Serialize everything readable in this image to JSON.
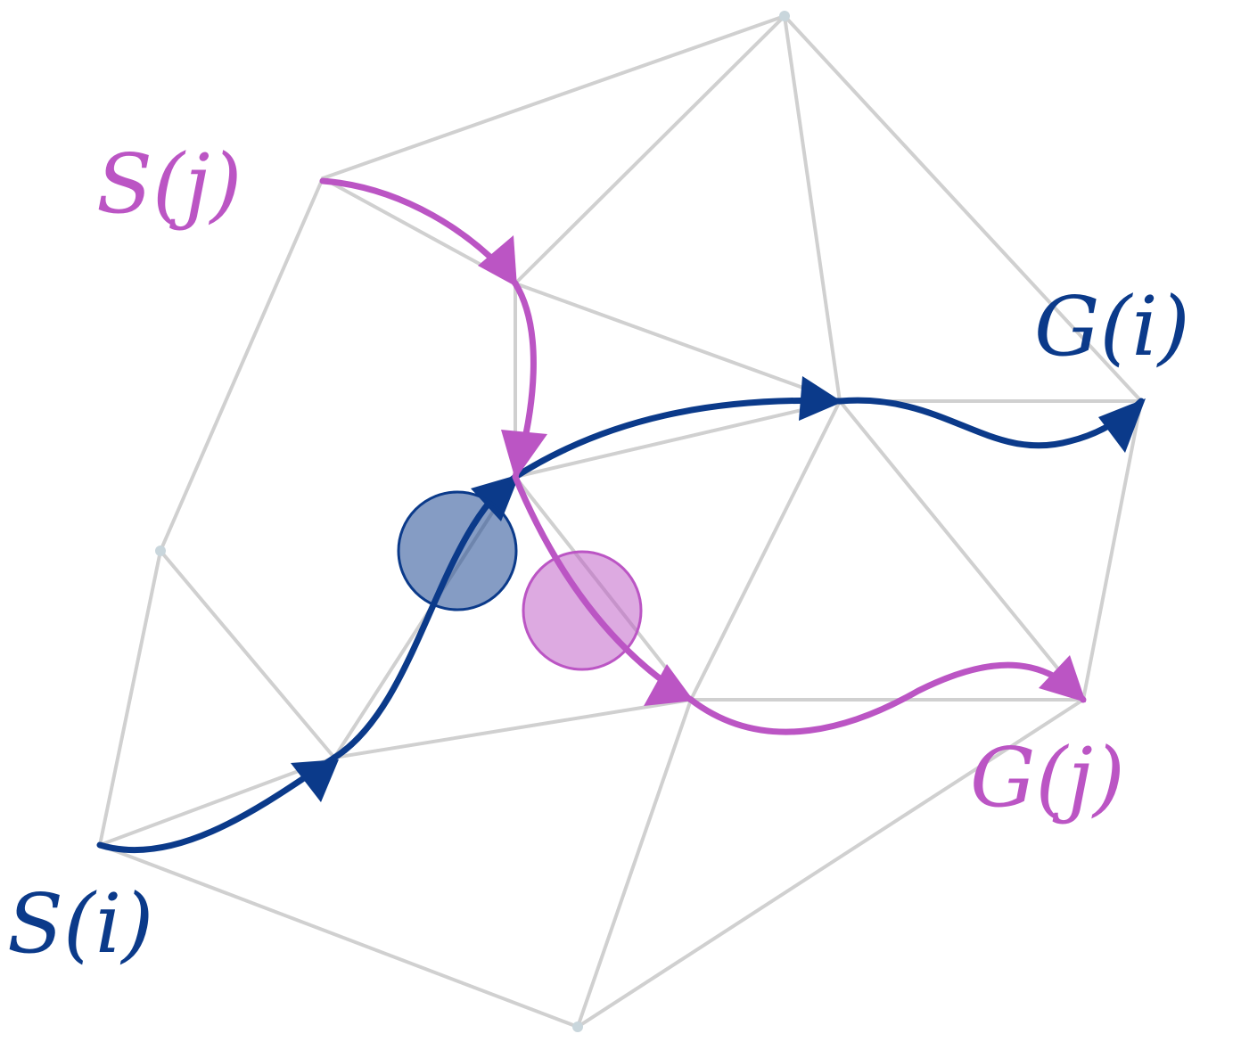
{
  "labels": {
    "start_i": "S(i)",
    "goal_i": "G(i)",
    "start_j": "S(j)",
    "goal_j": "G(j)"
  },
  "colors": {
    "agent_i": "#0b3a8a",
    "agent_j": "#bb55c4",
    "mesh": "#d0d0d0"
  }
}
